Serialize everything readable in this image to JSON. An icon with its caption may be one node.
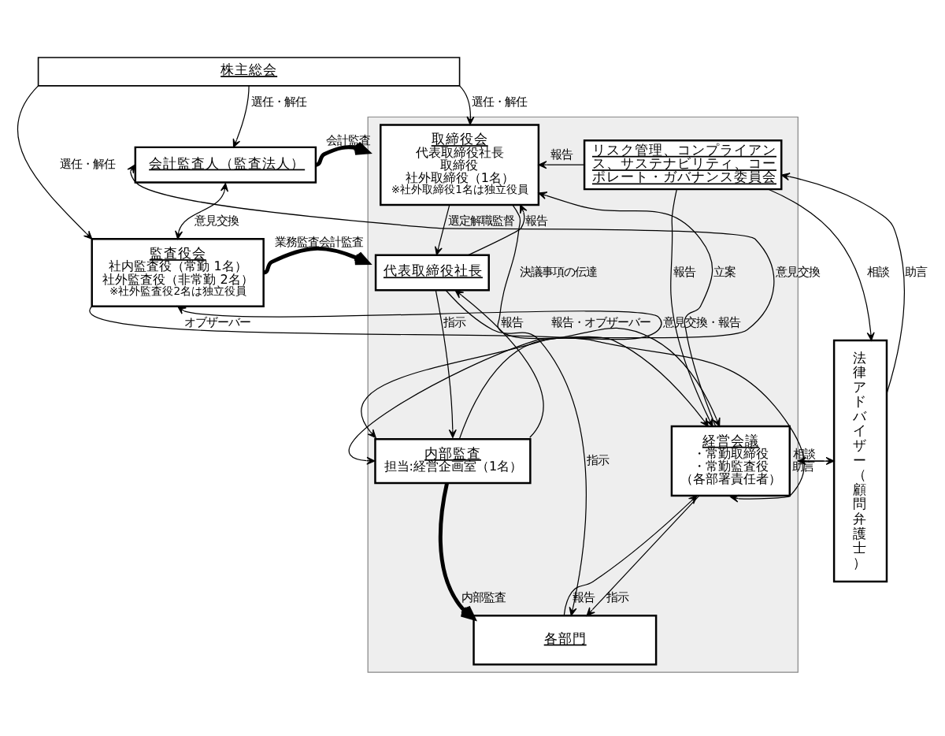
{
  "diagram": {
    "nodes": [
      {
        "text": [
          "株主総会"
        ]
      },
      {
        "text": [
          "会計監査人（監査法人）"
        ]
      },
      {
        "text": [
          "監査役会",
          "社内監査役（常勤 1名）",
          "社外監査役（非常勤 2名）",
          "※社外監査役2名は独立役員"
        ]
      },
      {
        "text": [],
        "shape": "box"
      },
      {
        "text": [
          "取締役会",
          "代表取締役社長",
          "取締役",
          "社外取締役（1名）",
          "※社外取締役1名は独立役員"
        ],
        "in": 3
      },
      {
        "text": [
          "リスク管理、コンプライアンス、サステナビリティ、コーポレート・ガバナンス委員会"
        ],
        "in": 3
      },
      {
        "text": [
          "代表取締役社長"
        ],
        "in": 3
      },
      {
        "text": [
          "内部監査",
          "担当:経営企画室（1名）"
        ],
        "in": 3
      },
      {
        "text": [
          "経営会議",
          "・常勤取締役",
          "・常勤監査役",
          "（各部署責任者）"
        ],
        "in": 3
      },
      {
        "text": [
          "各部門"
        ],
        "in": 3
      },
      {
        "text": [
          "法律アドバイザー（顧問弁護士）"
        ]
      }
    ],
    "edges": [
      {
        "from": 0,
        "to": 2,
        "arrow": "to",
        "label": "選任・解任"
      },
      {
        "from": 0,
        "to": 1,
        "arrow": "to",
        "label": "選任・解任"
      },
      {
        "from": 0,
        "to": 4,
        "arrow": "to",
        "label": "選任・解任"
      },
      {
        "from": 1,
        "to": 3,
        "arrow": "to",
        "label": "会計監査",
        "style": "thick"
      },
      {
        "from": 1,
        "to": 2,
        "arrow": "both",
        "label": "意見交換"
      },
      {
        "from": 2,
        "to": 3,
        "arrow": "to",
        "label": "業務監査会計監査",
        "style": "thick"
      },
      {
        "from": 7,
        "to": 2,
        "arrow": "both",
        "label": "意見交換・報告"
      },
      {
        "from": 7,
        "to": 1,
        "arrow": "both",
        "label": "意見交換"
      },
      {
        "from": 2,
        "to": 8,
        "arrow": "to",
        "label": "オブザーバー"
      },
      {
        "from": 5,
        "to": 4,
        "arrow": "to",
        "label": "報告"
      },
      {
        "from": 4,
        "to": 6,
        "arrow": "to",
        "label": "選定解職監督"
      },
      {
        "from": 6,
        "to": 4,
        "arrow": "to",
        "label": "報告"
      },
      {
        "from": 4,
        "to": 8,
        "arrow": "to",
        "label": "決議事項の伝達"
      },
      {
        "from": 8,
        "to": 4,
        "arrow": "to",
        "label": "立案"
      },
      {
        "from": 5,
        "to": 8,
        "arrow": "to",
        "label": "報告"
      },
      {
        "from": 10,
        "to": 5,
        "arrow": "to",
        "label": "助言"
      },
      {
        "from": 5,
        "to": 10,
        "arrow": "to",
        "label": "相談"
      },
      {
        "from": 6,
        "to": 7,
        "arrow": "to",
        "label": "指示"
      },
      {
        "from": 7,
        "to": 6,
        "arrow": "to",
        "label": "報告"
      },
      {
        "from": 6,
        "to": 9,
        "arrow": "to",
        "label": "指示"
      },
      {
        "from": 7,
        "to": 8,
        "arrow": "to",
        "label": "報告・オブザーバー"
      },
      {
        "from": 7,
        "to": 9,
        "arrow": "to",
        "label": "内部監査",
        "style": "thick"
      },
      {
        "from": 8,
        "to": 9,
        "arrow": "to",
        "label": "指示"
      },
      {
        "from": 9,
        "to": 8,
        "arrow": "to",
        "label": "報告"
      },
      {
        "from": 3,
        "to": 10,
        "arrow": "to",
        "label": "相談"
      },
      {
        "from": 10,
        "to": 3,
        "arrow": "to",
        "label": "助言"
      }
    ]
  }
}
